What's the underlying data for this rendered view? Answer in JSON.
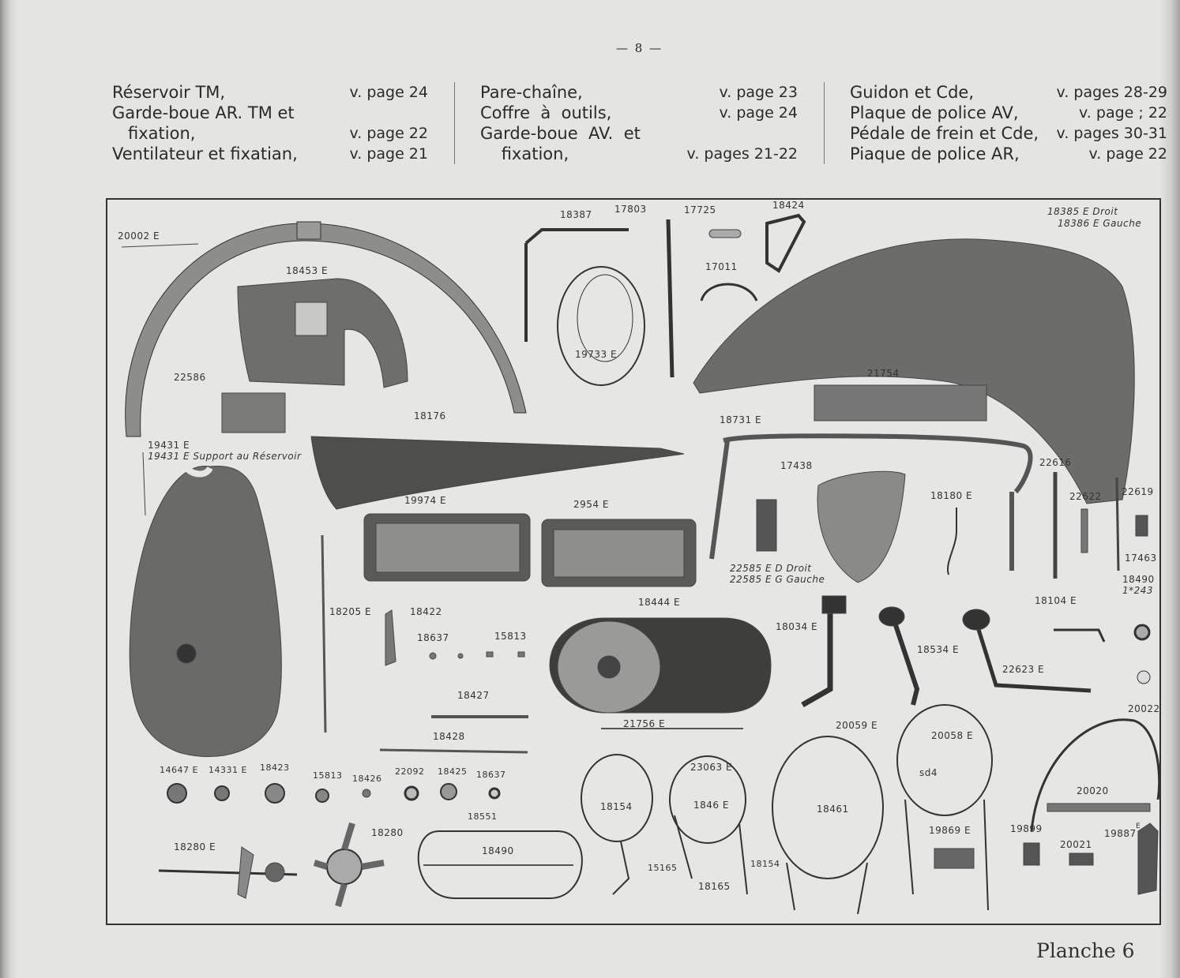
{
  "page_number": "— 8 —",
  "header": {
    "col1": [
      {
        "name": "Réservoir  TM,",
        "ref": "v. page  24"
      },
      {
        "name": "Garde-boue AR. TM et",
        "ref": ""
      },
      {
        "name": "   fixation,",
        "ref": "v. page  22"
      },
      {
        "name": "Ventilateur et fixatian,",
        "ref": "v. page  21"
      }
    ],
    "col2": [
      {
        "name": "Pare-chaîne,",
        "ref": "v. page  23"
      },
      {
        "name": "Coffre  à  outils,",
        "ref": "v. page  24"
      },
      {
        "name": "Garde-boue  AV.  et",
        "ref": ""
      },
      {
        "name": "    fixation,",
        "ref": "v. pages 21-22"
      }
    ],
    "col3": [
      {
        "name": "Guidon et Cde,",
        "ref": "v. pages 28-29"
      },
      {
        "name": "Plaque de police AV,",
        "ref": "v. page ; 22"
      },
      {
        "name": "Pédale de frein et Cde,",
        "ref": "v. pages 30-31"
      },
      {
        "name": "Piaque de police AR,",
        "ref": "v. page  22"
      }
    ]
  },
  "labels": {
    "l20002": "20002 E",
    "l18453": "18453 E",
    "l22586": "22586",
    "l18387": "18387",
    "l17803": "17803",
    "l17725": "17725",
    "l18424": "18424",
    "l17011": "17011",
    "l19733": "19733 E",
    "l18385": "18385 E Droit",
    "l18386": "18386 E Gauche",
    "l21754": "21754",
    "l18176": "18176",
    "l19431a": "19431 E",
    "l19431b": "19431 E  Support au Réservoir",
    "l18731": "18731  E",
    "l17438": "17438",
    "l22616": "22616",
    "l19974": "19974 E",
    "l2954": "2954 E",
    "l18180": "18180 E",
    "l22622": "22622",
    "l22619": "22619",
    "l17463": "17463",
    "l22585d": "22585 E D Droit",
    "l22585g": "22585 E G Gauche",
    "l18490a": "18490",
    "l18490b": "1*243",
    "l18104": "18104 E",
    "l18205": "18205 E",
    "l18422": "18422",
    "l18444": "18444 E",
    "l18637a": "18637",
    "l15813a": "15813",
    "l18034": "18034 E",
    "l18534": "18534 E",
    "l22623": "22623  E",
    "l18427": "18427",
    "l21756": "21756 E",
    "l20059": "20059 E",
    "l20022": "20022",
    "l18428": "18428",
    "l20058": "20058 E",
    "l14647": "14647 E",
    "l14331": "14331 E",
    "l18423": "18423",
    "l15813b": "15813",
    "l18426": "18426",
    "l22092": "22092",
    "l18425": "18425",
    "l18637b": "18637",
    "l23063": "23063 E",
    "l sd4": "sd4",
    "l18551": "18551",
    "l18154a": "18154",
    "l1846": "1846 E",
    "l18461": "18461",
    "l20020": "20020",
    "l18280e": "18280 E",
    "l18280": "18280",
    "l18490c": "18490",
    "l19869": "19869 E",
    "l19899": "19899",
    "l19887": "19887",
    "l19887s": "E",
    "l20021": "20021",
    "l15165": "15165",
    "l18154b": "18154",
    "l18165": "18165"
  },
  "footer": {
    "plate": "Planche  6"
  }
}
